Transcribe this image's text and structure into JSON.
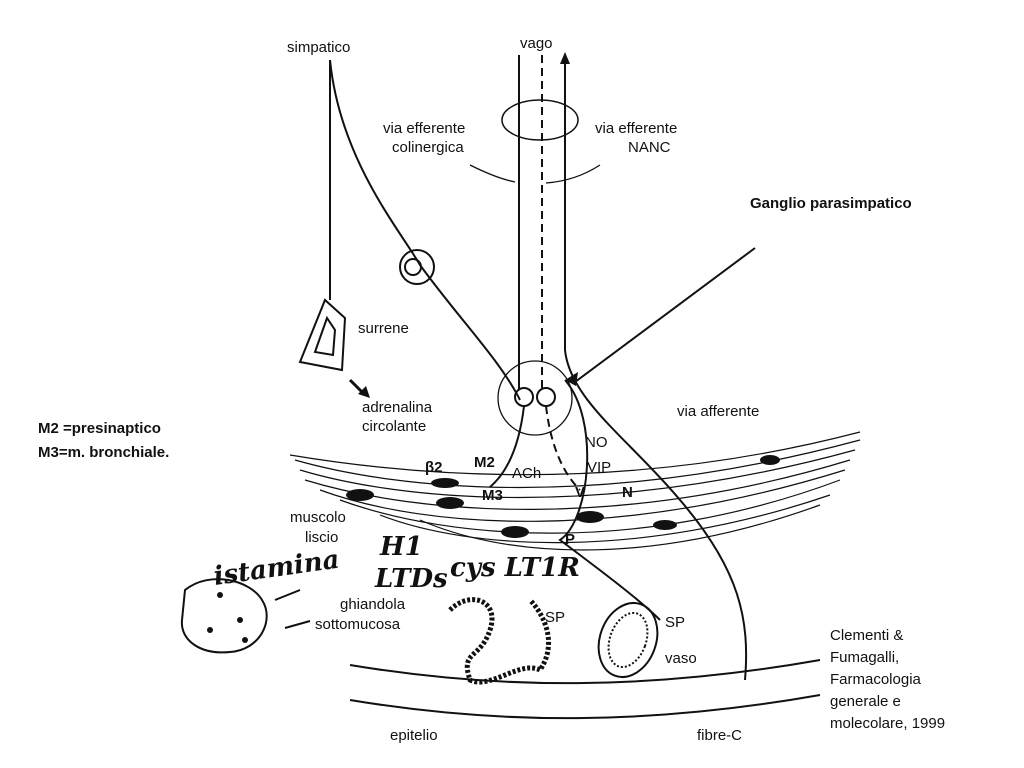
{
  "labels": {
    "simpatico": "simpatico",
    "vago": "vago",
    "via_efferente_colinergica_1": "via efferente",
    "via_efferente_colinergica_2": "colinergica",
    "via_efferente_nanc_1": "via efferente",
    "via_efferente_nanc_2": "NANC",
    "ganglio": "Ganglio parasimpatico",
    "surrene": "surrene",
    "adrenalina_1": "adrenalina",
    "adrenalina_2": "circolante",
    "via_afferente": "via afferente",
    "m2_note": "M2 =presinaptico",
    "m3_note": "M3=m. bronchiale.",
    "beta2": "β2",
    "m2": "M2",
    "ach": "ACh",
    "m3": "M3",
    "no": "NO",
    "vip": "VIP",
    "v": "V",
    "n": "N",
    "p": "P",
    "muscolo_1": "muscolo",
    "muscolo_2": "liscio",
    "h1": "H1",
    "istamina": "istamina",
    "ltds": "LTDs",
    "cyslt1r": "cys LT1R",
    "ghiandola_1": "ghiandola",
    "ghiandola_2": "sottomucosa",
    "sp1": "SP",
    "sp2": "SP",
    "vaso": "vaso",
    "epitelio": "epitelio",
    "fibre_c": "fibre-C",
    "citation": [
      "Clementi &",
      "Fumagalli,",
      "Farmacologia",
      "generale e",
      "molecolare, 1999"
    ]
  }
}
